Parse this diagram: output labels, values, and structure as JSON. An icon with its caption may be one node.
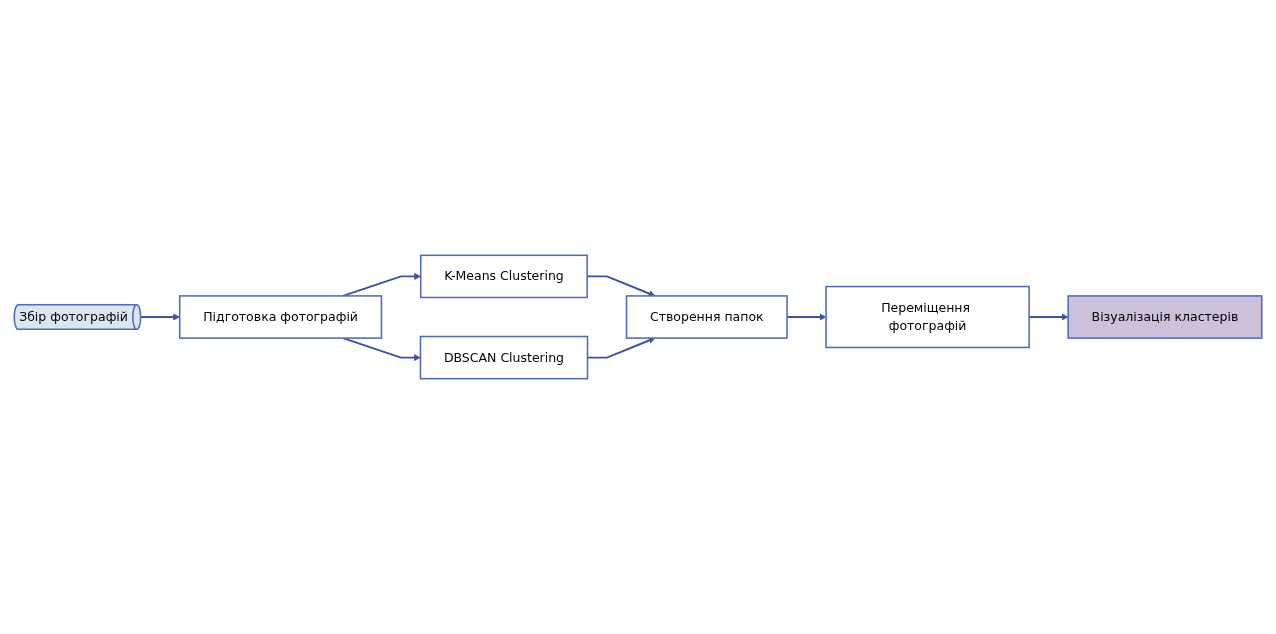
{
  "diagram": {
    "nodes": [
      {
        "text": [
          "Збір фотографій"
        ]
      },
      {
        "text": [
          "Підготовка фотографій"
        ]
      },
      {
        "text": [
          "K-Means Clustering"
        ]
      },
      {
        "text": [
          "DBSCAN Clustering"
        ]
      },
      {
        "text": [
          "Створення папок"
        ]
      },
      {
        "text": [
          "Переміщення фотографій"
        ]
      },
      {
        "text": [
          "Візуалізація кластерів"
        ]
      }
    ],
    "edges": [
      {
        "from": 0,
        "to": 1,
        "arrow": "to"
      },
      {
        "from": 1,
        "to": 2,
        "arrow": "to"
      },
      {
        "from": 1,
        "to": 3,
        "arrow": "to"
      },
      {
        "from": 2,
        "to": 4,
        "arrow": "to"
      },
      {
        "from": 3,
        "to": 4,
        "arrow": "to"
      },
      {
        "from": 4,
        "to": 5,
        "arrow": "to"
      },
      {
        "from": 5,
        "to": 6,
        "arrow": "to"
      }
    ]
  }
}
